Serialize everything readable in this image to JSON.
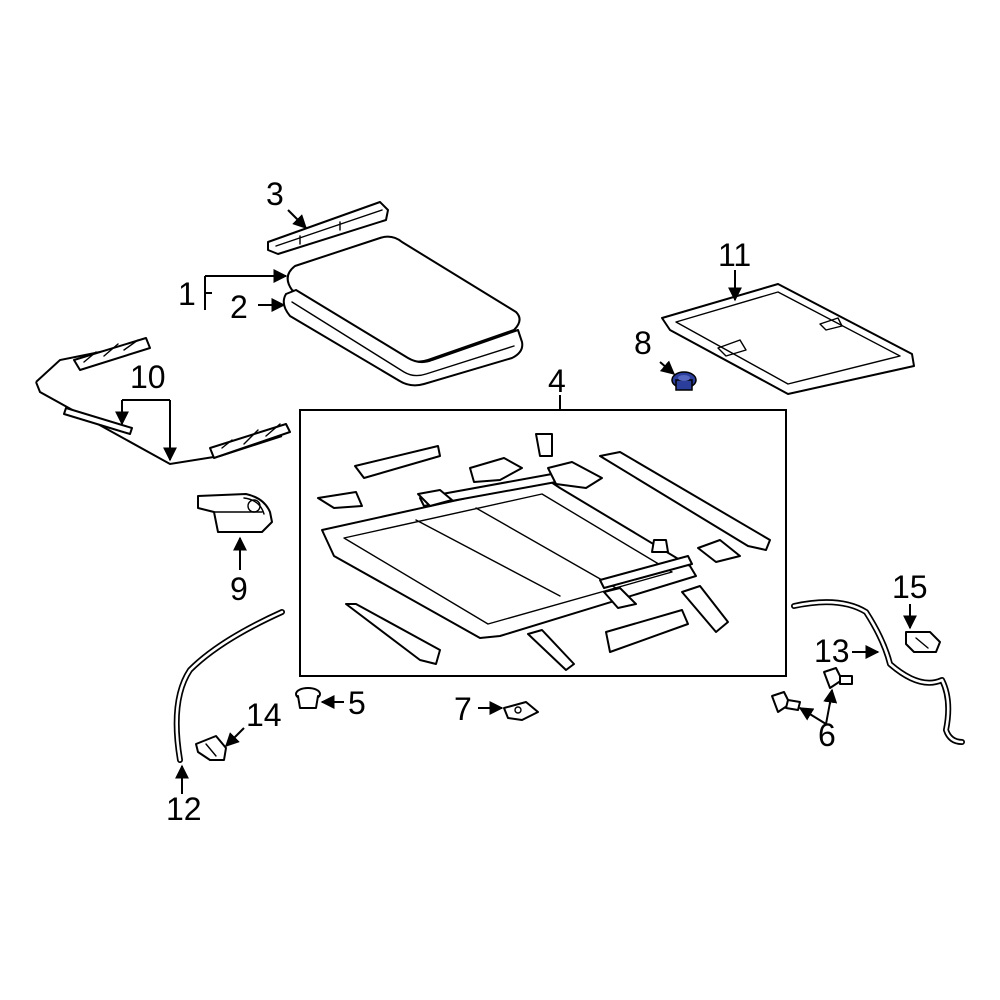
{
  "diagram": {
    "callouts": {
      "c1": "1",
      "c2": "2",
      "c3": "3",
      "c4": "4",
      "c5": "5",
      "c6": "6",
      "c7": "7",
      "c8": "8",
      "c9": "9",
      "c10": "10",
      "c11": "11",
      "c12": "12",
      "c13": "13",
      "c14": "14",
      "c15": "15"
    },
    "highlight_color": "#2c3e9c",
    "highlighted_part": "8"
  }
}
